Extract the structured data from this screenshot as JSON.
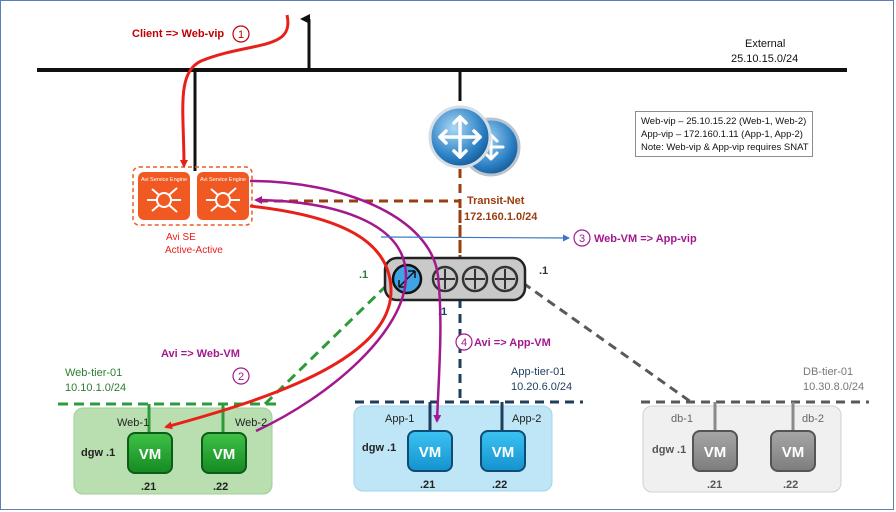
{
  "external": {
    "label": "External",
    "subnet": "25.10.15.0/24"
  },
  "notes": [
    "Web-vip – 25.10.15.22 (Web-1, Web-2)",
    "App-vip – 172.160.1.11 (App-1, App-2)",
    "Note: Web-vip & App-vip requires SNAT"
  ],
  "flows": [
    {
      "text": "Client => Web-vip",
      "step": "1"
    },
    {
      "text": "Avi => Web-VM",
      "step": "2"
    },
    {
      "text": "Web-VM  => App-vip",
      "step": "3"
    },
    {
      "text": "Avi  => App-VM",
      "step": "4"
    }
  ],
  "se": {
    "chip_label": "Avi Service Engine",
    "name": "Avi SE",
    "mode": "Active-Active"
  },
  "transit": {
    "label": "Transit-Net",
    "subnet": "172.160.1.0/24"
  },
  "router_ports": {
    "left": ".1",
    "right": ".1",
    "bottom": ".1"
  },
  "tiers": [
    {
      "name": "Web-tier-01",
      "subnet": "10.10.1.0/24",
      "gateway": "dgw .1",
      "vms": [
        {
          "name": "Web-1",
          "label": "VM",
          "ip": ".21"
        },
        {
          "name": "Web-2",
          "label": "VM",
          "ip": ".22"
        }
      ]
    },
    {
      "name": "App-tier-01",
      "subnet": "10.20.6.0/24",
      "gateway": "dgw .1",
      "vms": [
        {
          "name": "App-1",
          "label": "VM",
          "ip": ".21"
        },
        {
          "name": "App-2",
          "label": "VM",
          "ip": ".22"
        }
      ]
    },
    {
      "name": "DB-tier-01",
      "subnet": "10.30.8.0/24",
      "gateway": "dgw .1",
      "vms": [
        {
          "name": "db-1",
          "label": "VM",
          "ip": ".21"
        },
        {
          "name": "db-2",
          "label": "VM",
          "ip": ".22"
        }
      ]
    }
  ],
  "colors": {
    "web": "#1e9e2f",
    "web_bg": "#b9dfb0",
    "app": "#1ea8e6",
    "app_bg": "#bfe6f7",
    "db": "#909090",
    "db_bg": "#eeeeee",
    "se": "#f05a22",
    "red": "#e8201a",
    "purple": "#a3188f",
    "transit": "#9a3d0f",
    "blue_flow": "#3a78c6",
    "web_link": "#2e9b3a",
    "app_link": "#1f3d5c",
    "db_link": "#595959"
  }
}
